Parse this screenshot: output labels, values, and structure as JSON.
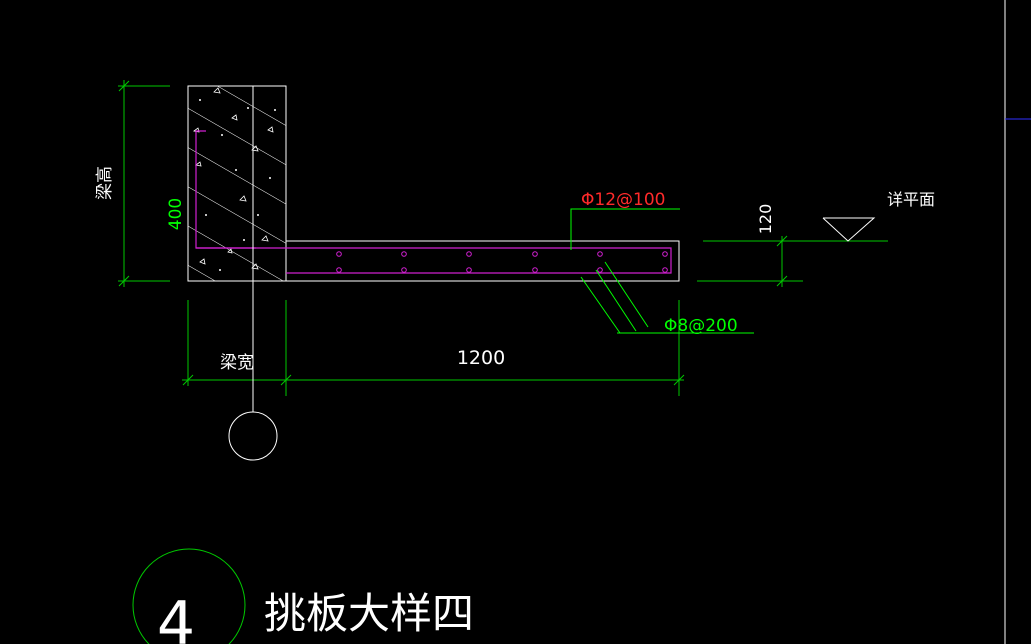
{
  "colors": {
    "background": "#000000",
    "outline": "#ffffff",
    "dimension": "#00c800",
    "rebar": "#d020d0",
    "annotation_red": "#ff2a2a",
    "annotation_green": "#00ff00",
    "reference_blue": "#3030ff"
  },
  "labels": {
    "beam_height": "梁高",
    "beam_height_value": "400",
    "beam_width": "梁宽",
    "slab_length": "1200",
    "slab_thickness": "120",
    "top_rebar": "Φ12@100",
    "dist_rebar": "Φ8@200",
    "section_ref": "详平面",
    "detail_number": "4",
    "title": "挑板大样四"
  }
}
